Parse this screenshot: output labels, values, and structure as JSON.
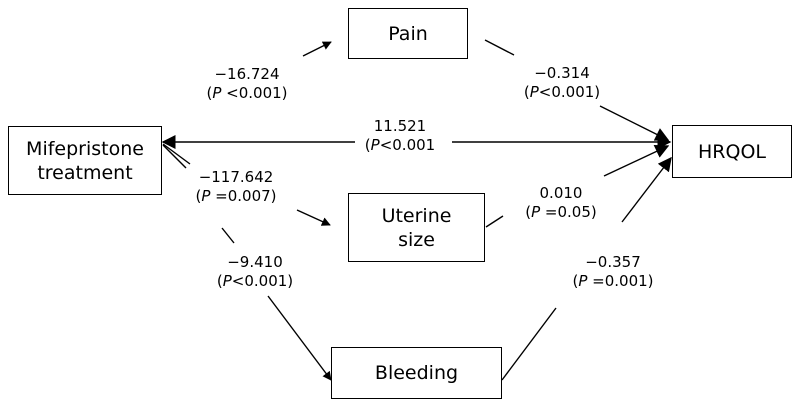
{
  "nodes": {
    "treatment": "Mifepristone\ntreatment",
    "pain": "Pain",
    "uterine": "Uterine\nsize",
    "bleeding": "Bleeding",
    "hrqol": "HRQOL"
  },
  "paths": {
    "treatment_pain": {
      "coef": "−16.724",
      "p_letter": "P",
      "p_value": " <0.001)"
    },
    "treatment_hrqol": {
      "coef": "11.521",
      "p_letter": "P",
      "p_value": "<0.001"
    },
    "treatment_uterine": {
      "coef": "−117.642",
      "p_letter": "P",
      "p_value": " =0.007)"
    },
    "treatment_bleeding": {
      "coef": "−9.410",
      "p_letter": "P",
      "p_value": "<0.001)"
    },
    "pain_hrqol": {
      "coef": "−0.314",
      "p_letter": "P",
      "p_value": "<0.001)"
    },
    "uterine_hrqol": {
      "coef": "0.010",
      "p_letter": "P",
      "p_value": " =0.05)"
    },
    "bleeding_hrqol": {
      "coef": "−0.357",
      "p_letter": "P",
      "p_value": " =0.001)"
    }
  }
}
